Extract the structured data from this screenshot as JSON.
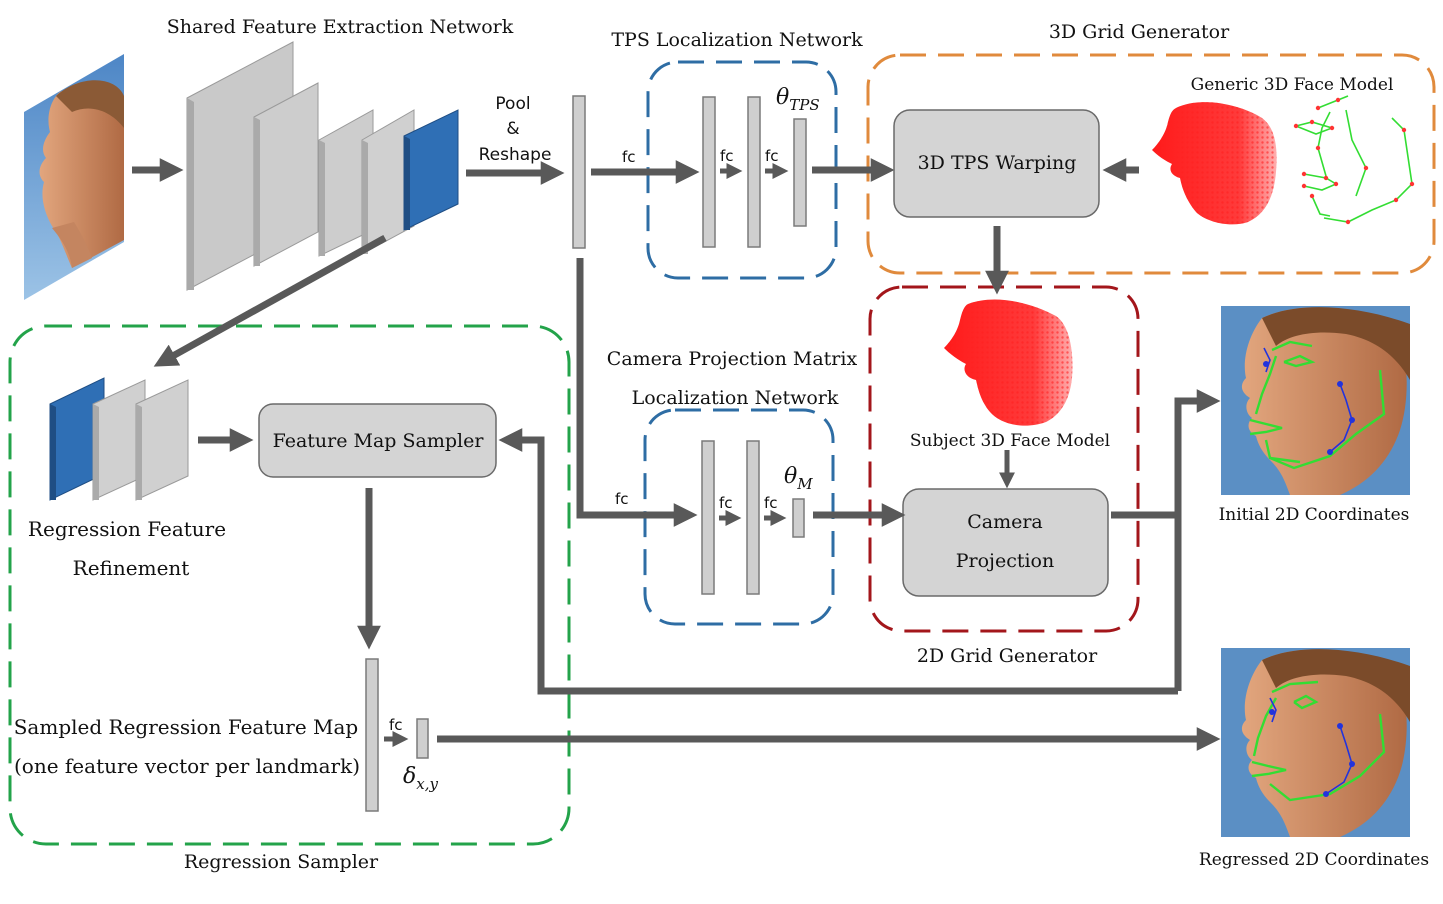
{
  "titles": {
    "shared": "Shared Feature Extraction Network",
    "tps_loc": "TPS Localization Network",
    "grid3d": "3D Grid Generator",
    "generic_model": "Generic 3D Face Model",
    "cam_line1": "Camera Projection Matrix",
    "cam_line2": "Localization Network",
    "subject_model": "Subject 3D Face Model",
    "grid2d": "2D Grid Generator",
    "initial": "Initial 2D Coordinates",
    "regressed": "Regressed 2D Coordinates",
    "reg_sampler": "Regression Sampler"
  },
  "labels": {
    "pool": "Pool",
    "amp": "&",
    "reshape": "Reshape",
    "fc": "fc",
    "theta_tps": "θ",
    "theta_tps_sub": "TPS",
    "theta_m": "θ",
    "theta_m_sub": "M",
    "delta": "δ",
    "delta_sub": "x,y",
    "refine_line1": "Regression Feature",
    "refine_line2": "Refinement",
    "sampled_line1": "Sampled Regression Feature Map",
    "sampled_line2": "(one feature vector per landmark)"
  },
  "boxes": {
    "tps_warp": "3D TPS Warping",
    "fm_sampler": "Feature Map Sampler",
    "cam_proj_line1": "Camera",
    "cam_proj_line2": "Projection"
  },
  "colors": {
    "arrow": "#595959",
    "tps_region": "#2e6da4",
    "grid3d_region": "#e08a3c",
    "grid2d_region": "#a3161b",
    "sampler_region": "#23a34a",
    "feature_map": "#2f6fb5",
    "face_model": "#ff1a1a",
    "landmark_green": "#33dd33",
    "landmark_blue": "#2233dd"
  },
  "icons": [
    "face-photo-input",
    "generic-3d-face-pointcloud",
    "landmark-skeleton",
    "subject-3d-face-pointcloud",
    "face-photo-initial",
    "face-photo-regressed"
  ]
}
